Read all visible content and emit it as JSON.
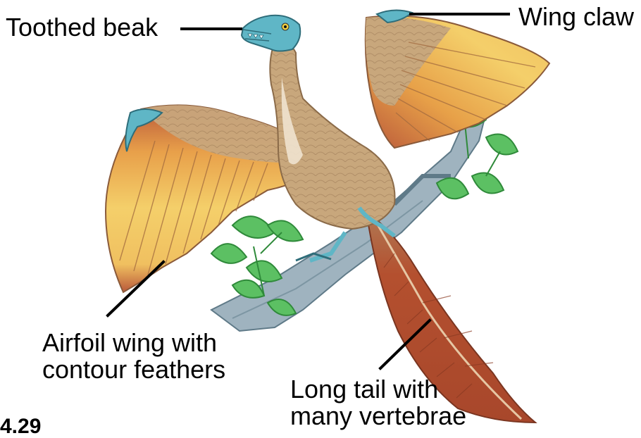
{
  "labels": {
    "toothed_beak": "Toothed beak",
    "wing_claw": "Wing claw",
    "airfoil_wing": {
      "line1": "Airfoil wing with",
      "line2": "contour feathers"
    },
    "long_tail": {
      "line1": "Long tail with",
      "line2": "many vertebrae"
    }
  },
  "figure_number": "4.29",
  "colors": {
    "body_feathers": "#c8a77c",
    "wing_yellow": "#f2c25a",
    "wing_rust": "#b9583a",
    "tail_rust": "#b4502f",
    "head_blue": "#5fb6c6",
    "branch": "#9fb3bf",
    "leaf_green": "#5cc063",
    "leader_line": "#000000"
  }
}
